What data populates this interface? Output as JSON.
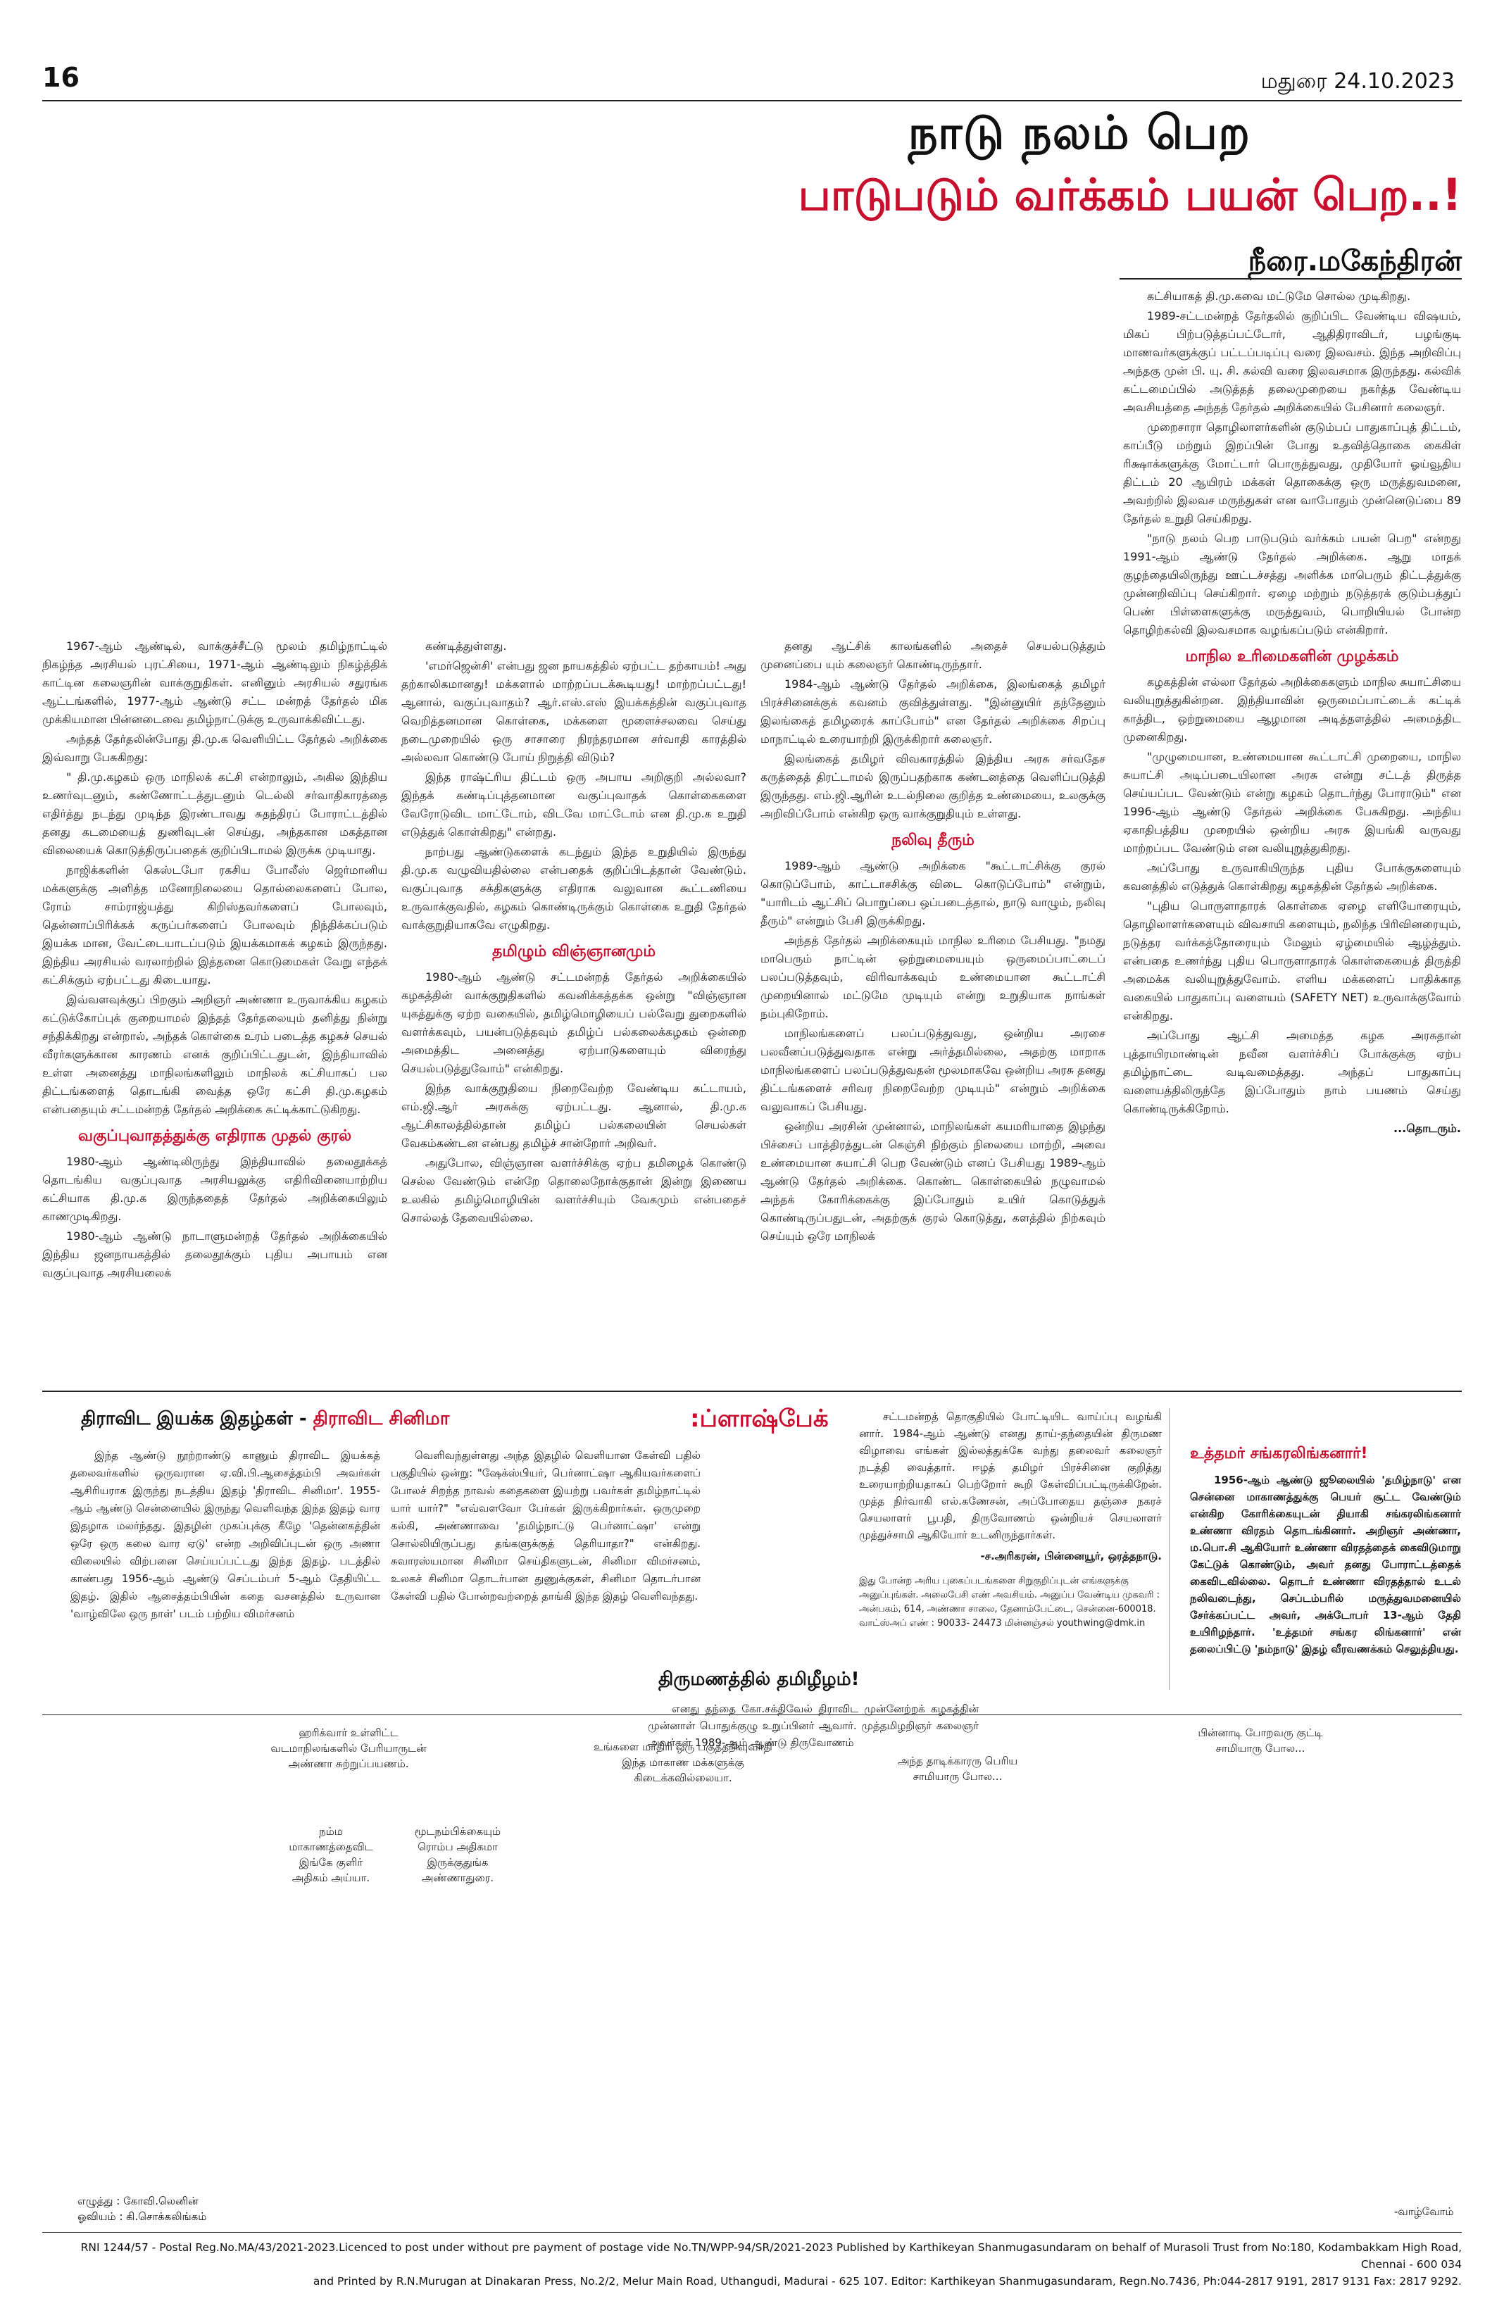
{
  "header": {
    "page_number": "16",
    "dateline": "மதுரை   24.10.2023",
    "title_line1": "நாடு நலம் பெற",
    "title_line2": "பாடுபடும் வர்க்கம் பயன் பெற..!",
    "byline": "நீரை.மகேந்திரன்"
  },
  "article": {
    "col1": {
      "p1": "1967-ஆம் ஆண்டில், வாக்குச்சீட்டு மூலம் தமிழ்நாட்டில் நிகழ்ந்த அரசியல் புரட்சியை, 1971-ஆம் ஆண்டிலும் நிகழ்த்திக் காட்டின கலைஞரின் வாக்குறுதிகள். எனினும் அரசியல் சதுரங்க ஆட்டங்களில், 1977-ஆம் ஆண்டு சட்ட மன்றத் தேர்தல் மிக முக்கியமான பின்னடைவை தமிழ்நாட்டுக்கு உருவாக்கிவிட்டது.",
      "p2": "அந்தத் தேர்தலின்போது தி.மு.க வெளியிட்ட தேர்தல் அறிக்கை இவ்வாறு பேசுகிறது:",
      "p3": "\" தி.மு.கழகம் ஒரு மாநிலக் கட்சி என்றாலும், அகில இந்திய உணர்வுடனும், கண்ணோட்டத்துடனும் டெல்லி சர்வாதிகாரத்தை எதிர்த்து நடந்து முடிந்த இரண்டாவது சுதந்திரப் போராட்டத்தில் தனது கடமையைத் துணிவுடன் செய்து, அந்தகான மகத்தான விலையைக் கொடுத்திருப்பதைக் குறிப்பிடாமல் இருக்க முடியாது.",
      "p4": "நாஜிக்களின் கெஸ்டபோ ரகசிய போலீஸ் ஜெர்மானிய மக்களுக்கு அளித்த மனோநிலையை தொல்லைகளைப் போல, ரோம் சாம்ராஜ்யத்து கிறிஸ்தவர்களைப் போலவும், தென்னாப்பிரிக்கக் கருப்பர்களைப் போலவும் நிந்திக்கப்படும் இயக்க மான, வேட்டையாடப்படும் இயக்கமாகக் கழகம் இருந்தது. இந்திய அரசியல் வரலாற்றில் இத்தனை கொடுமைகள் வேறு எந்தக் கட்சிக்கும் ஏற்பட்டது கிடையாது.",
      "p5": "இவ்வளவுக்குப் பிறகும் அறிஞர் அண்ணா உருவாக்கிய கழகம் கட்டுக்கோப்புக் குறையாமல் இந்தத் தேர்தலையும் தனித்து நின்று சந்திக்கிறது என்றால், அந்தக் கொள்கை உரம் படைத்த கழகச் செயல் வீரர்களுக்கான காரணம் எனக் குறிப்பிட்டதுடன், இந்தியாவில் உள்ள அனைத்து மாநிலங்களிலும் மாநிலக் கட்சியாகப் பல திட்டங்களைத் தொடங்கி வைத்த ஒரே கட்சி தி.மு.கழகம் என்பதையும் சட்டமன்றத் தேர்தல் அறிக்கை சுட்டிக்காட்டுகிறது.",
      "subhead": "வகுப்புவாதத்துக்கு எதிராக முதல் குரல்",
      "p6": "1980-ஆம் ஆண்டிலிருந்து இந்தியாவில் தலைதூக்கத் தொடங்கிய வகுப்புவாத அரசியலுக்கு எதிரிவினையாற்றிய கட்சியாக தி.மு.க இருந்ததைத் தேர்தல் அறிக்கையிலும் காணமுடிகிறது.",
      "p7": "1980-ஆம் ஆண்டு நாடாளுமன்றத் தேர்தல் அறிக்கையில் இந்திய ஜனநாயகத்தில் தலைதூக்கும் புதிய அபாயம் என வகுப்புவாத அரசியலைக்"
    },
    "col2": {
      "p1": "கண்டித்துள்ளது.",
      "p2": "'எமர்ஜென்சி' என்பது ஜன நாயகத்தில் ஏற்பட்ட தற்காயம்! அது தற்காலிகமானது! மக்களால் மாற்றப்படக்கூடியது! மாற்றப்பட்டது! ஆனால், வகுப்புவாதம்? ஆர்.எஸ்.எஸ் இயக்கத்தின் வகுப்புவாத வெறித்தனமான கொள்கை, மக்களை மூளைச்சலவை செய்து நடைமுறையில் ஒரு சாசாரை நிரந்தரமான சர்வாதி காரத்தில் அல்லவா கொண்டு போய் நிறுத்தி விடும்?",
      "p3": "இந்த ராஷ்ட்ரிய திட்டம் ஒரு அபாய அறிகுறி அல்லவா? இந்தக் கண்டிப்புத்தனமான வகுப்புவாதக் கொள்கைகளை வேரோடுவிட மாட்டோம், விடவே மாட்டோம் என தி.மு.க உறுதி எடுத்துக் கொள்கிறது\" என்றது.",
      "p4": "நாற்பது ஆண்டுகளைக் கடந்தும் இந்த உறுதியில் இருந்து தி.மு.க வழுவியதில்லை என்பதைக் குறிப்பிடத்தான் வேண்டும். வகுப்புவாத சக்திகளுக்கு எதிராக வலுவான கூட்டணியை உருவாக்குவதில், கழகம் கொண்டிருக்கும் கொள்கை உறுதி தேர்தல் வாக்குறுதியாகவே எழுகிறது.",
      "subhead": "தமிழும் விஞ்ஞானமும்",
      "p5": "1980-ஆம் ஆண்டு சட்டமன்றத் தேர்தல் அறிக்கையில் கழகத்தின் வாக்குறுதிகளில் கவனிக்கத்தக்க ஒன்று \"விஞ்ஞான யுகத்துக்கு ஏற்ற வகையில், தமிழ்மொழியைப் பல்வேறு துறைகளில் வளர்க்கவும், பயன்படுத்தவும் தமிழ்ப் பல்கலைக்கழகம் ஒன்றை அமைத்திட அனைத்து ஏற்பாடுகளையும் விரைந்து செயல்படுத்துவோம்\" என்கிறது.",
      "p6": "இந்த வாக்குறுதியை நிறைவேற்ற வேண்டிய கட்டாயம், எம்.ஜி.ஆர் அரசுக்கு ஏற்பட்டது. ஆனால், தி.மு.க ஆட்சிகாலத்தில்தான் தமிழ்ப் பல்கலையின் செயல்கள் வேகம்கண்டன என்பது தமிழ்ச் சான்றோர் அறிவர்.",
      "p7": "அதுபோல, விஞ்ஞான வளர்ச்சிக்கு ஏற்ப தமிழைக் கொண்டு செல்ல வேண்டும் என்றே தொலைநோக்குதான் இன்று இணைய உலகில் தமிழ்மொழியின் வளர்ச்சியும் வேகமும் என்பதைச் சொல்லத் தேவையில்லை."
    },
    "col3": {
      "p1": "தனது ஆட்சிக் காலங்களில் அதைச் செயல்படுத்தும் முனைப்பை யும் கலைஞர் கொண்டிருந்தார்.",
      "p2": "1984-ஆம் ஆண்டு தேர்தல் அறிக்கை, இலங்கைத் தமிழர் பிரச்சினைக்குக் கவனம் குவித்துள்ளது. \"இன்னுயிர் தந்தேனும் இலங்கைத் தமிழரைக் காப்போம்\" என தேர்தல் அறிக்கை சிறப்பு மாநாட்டில் உரையாற்றி இருக்கிறார் கலைஞர்.",
      "p3": "இலங்கைத் தமிழர் விவகாரத்தில் இந்திய அரசு சர்வதேச கருத்தைத் திரட்டாமல் இருப்பதற்காக கண்டனத்தை வெளிப்படுத்தி இருந்தது. எம்.ஜி.ஆரின் உடல்நிலை குறித்த உண்மையை, உலகுக்கு அறிவிப்போம் என்கிற ஒரு வாக்குறுதியும் உள்ளது.",
      "subhead": "நலிவு தீரும்",
      "p4": "1989-ஆம் ஆண்டு அறிக்கை \"கூட்டாட்சிக்கு குரல் கொடுப்போம், காட்டாசசிக்கு விடை கொடுப்போம்\" என்றும், \"யாரிடம் ஆட்சிப் பொறுப்பை ஒப்படைத்தால், நாடு வாழும், நலிவு தீரும்\" என்றும் பேசி இருக்கிறது.",
      "p5": "அந்தத் தேர்தல் அறிக்கையும் மாநில உரிமை பேசியது. \"நமது மாபெரும் நாட்டின் ஒற்றுமையையும் ஒருமைப்பாட்டைப் பலப்படுத்தவும், விரிவாக்கவும் உண்மையான கூட்டாட்சி முறையினால் மட்டுமே முடியும் என்று உறுதியாக நாங்கள் நம்புகிறோம்.",
      "p6": "மாநிலங்களைப் பலப்படுத்துவது, ஒன்றிய அரசை பலவீனப்படுத்துவதாக என்று அர்த்தமில்லை, அதற்கு மாறாக மாநிலங்களைப் பலப்படுத்துவதன் மூலமாகவே ஒன்றிய அரசு தனது திட்டங்களைச் சரிவர நிறைவேற்ற முடியும்\" என்றும் அறிக்கை வலுவாகப் பேசியது.",
      "p7": "ஒன்றிய அரசின் முன்னால், மாநிலங்கள் கயமரியாதை இழந்து பிச்சைப் பாத்திரத்துடன் கெஞ்சி நிற்கும் நிலையை மாற்றி, அவை உண்மையான சுயாட்சி பெற வேண்டும் எனப் பேசியது 1989-ஆம் ஆண்டு தேர்தல் அறிக்கை. கொண்ட கொள்கையில் நழுவாமல் அந்தக் கோரிக்கைக்கு இப்போதும் உயிர் கொடுத்துக் கொண்டிருப்பதுடன், அதற்குக் குரல் கொடுத்து, களத்தில் நிற்கவும் செய்யும் ஒரே மாநிலக்"
    },
    "col4": {
      "p1": "கட்சியாகத் தி.மு.கவை மட்டுமே சொல்ல முடிகிறது.",
      "p2": "1989-சட்டமன்றத் தேர்தலில் குறிப்பிட வேண்டிய விஷயம், மிகப் பிற்படுத்தப்பட்டோர், ஆதிதிராவிடர், பழங்குடி மாணவர்களுக்குப் பட்டப்படிப்பு வரை இலவசம். இந்த அறிவிப்பு அந்தகு முன் பி. யு. சி. கல்வி வரை இலவசமாக இருந்தது. கல்விக் கட்டமைப்பில் அடுத்தத் தலைமுறையை நகர்த்த வேண்டிய அவசியத்தை அந்தத் தேர்தல் அறிக்கையில் பேசினார் கலைஞர்.",
      "p3": "முறைசாரா தொழிலாளர்களின் குடும்பப் பாதுகாப்புத் திட்டம், காப்பீடு மற்றும் இறப்பின் போது உதவித்தொகை கைகிள் ரிக்ஷாக்களுக்கு மோட்டார் பொருத்துவது, முதியோர் ஓய்வூதிய திட்டம் 20 ஆயிரம் மக்கள் தொகைக்கு ஒரு மருத்துவமனை, அவற்றில் இலவச மருந்துகள் என வாபோதும் முன்னெடுப்பை 89 தேர்தல் உறுதி செய்கிறது.",
      "p4": "\"நாடு நலம் பெற பாடுபடும் வர்க்கம் பயன் பெற\" என்றது 1991-ஆம் ஆண்டு தேர்தல் அறிக்கை. ஆறு மாதக் குழந்தையிலிருந்து ஊட்டச்சத்து அளிக்க மாபெரும் திட்டத்துக்கு முன்னறிவிப்பு செய்கிறார். ஏழை மற்றும் நடுத்தரக் குடும்பத்துப் பெண் பிள்ளைகளுக்கு மருத்துவம், பொறியியல் போன்ற தொழிற்கல்வி இலவசமாக வழங்கப்படும் என்கிறார்.",
      "subhead": "மாநில உரிமைகளின் முழக்கம்",
      "p5": "கழகத்தின் எல்லா தேர்தல் அறிக்கைகளும் மாநில சுயாட்சியை வலியுறுத்துகின்றன. இந்தியாவின் ஒருமைப்பாட்டைக் கட்டிக் காத்திட, ஒற்றுமையை ஆழமான அடித்தளத்தில் அமைத்திட முனைகிறது.",
      "p6": "\"முழுமையான, உண்மையான கூட்டாட்சி முறையை, மாநில சுயாட்சி அடிப்படையிலான அரசு என்று சட்டத் திருத்த செய்யப்பட வேண்டும் என்று கழகம் தொடர்ந்து போராடும்\" என 1996-ஆம் ஆண்டு தேர்தல் அறிக்கை பேசுகிறது. அந்திய ஏகாதிபத்திய முறையில் ஒன்றிய அரசு இயங்கி வருவது மாற்றப்பட வேண்டும் என வலியுறுத்துகிறது.",
      "p7": "அப்போது உருவாகியிருந்த புதிய போக்குகளையும் கவனத்தில் எடுத்துக் கொள்கிறது கழகத்தின் தேர்தல் அறிக்கை.",
      "p8": "\"புதிய பொருளாதாரக் கொள்கை ஏழை எளியோரையும், தொழிலாளர்களையும் விவசாயி களையும், நலிந்த பிரிவினரையும், நடுத்தர வர்க்கத்தோரையும் மேலும் ஏழ்மையில் ஆழ்த்தும். என்பதை உணர்ந்து புதிய பொருளாதாரக் கொள்கையைத் திருத்தி அமைக்க வலியுறுத்துவோம். எளிய மக்களைப் பாதிக்காத வகையில் பாதுகாப்பு வளையம் (SAFETY NET) உருவாக்குவோம் என்கிறது.",
      "p9": "அப்போது ஆட்சி அமைத்த கழக அரசுதான் புத்தாயிரமாண்டின் நவீன வளர்ச்சிப் போக்குக்கு ஏற்ப தமிழ்நாட்டை வடிவமைத்தது. அந்தப் பாதுகாப்பு வளையத்திலிருந்தே இப்போதும் நாம் பயணம் செய்து கொண்டிருக்கிறோம்.",
      "cont": "...தொடரும்."
    }
  },
  "section2": {
    "heading_black": "திராவிட இயக்க இதழ்கள் - ",
    "heading_red": "திராவிட சினிமா",
    "col1": "இந்த ஆண்டு நூற்றாண்டு காணும் திராவிட இயக்கத் தலைவர்களில் ஒருவரான ஏ.வி.பி.ஆசைத்தம்பி அவர்கள் ஆசிரியராக இருந்து நடத்திய இதழ் 'திராவிட சினிமா'. 1955-ஆம் ஆண்டு சென்னையில் இருந்து வெளிவந்த இந்த இதழ் வார இதழாக மலர்ந்தது. இதழின் முகப்புக்கு கீழே 'தென்னகத்தின் ஒரே ஒரு கலை வார ஏடு' என்ற அறிவிப்புடன் ஒரு அணா விலையில் விற்பனை செய்யப்பட்டது இந்த இதழ். படத்தில் காண்பது 1956-ஆம் ஆண்டு செப்டம்பர் 5-ஆம் தேதியிட்ட இதழ். இதில் ஆசைத்தம்பியின் கதை வசனத்தில் உருவான 'வாழ்விலே ஒரு நாள்' படம் பற்றிய விமர்சனம்",
    "col2": "வெளிவந்துள்ளது அந்த இதழில் வெளியான கேள்வி பதில் பகுதியில் ஒன்று: \"ஷேக்ஸ்பியர், பெர்னாட்ஷா ஆகியவர்களைப் போலச் சிறந்த நாவல் கதைகளை இயற்று பவர்கள் தமிழ்நாட்டில் யார் யார்?\" \"எவ்வளவோ பேர்கள் இருக்கிறார்கள். ஒருமுறை கல்கி, அண்ணாவை 'தமிழ்நாட்டு பெர்னாட்ஷா' என்று சொல்லியிருப்பது தங்களுக்குத் தெரியாதா?\" என்கிறது. சுவாரஸ்யமான சினிமா செய்திகளுடன், சினிமா விமர்சனம், உலகச் சினிமா தொடர்பான துணுக்குகள், சினிமா தொடர்பான கேள்வி பதில் போன்றவற்றைத் தாங்கி இந்த இதழ் வெளிவந்தது.",
    "flashback_title": ":ப்ளாஷ்பேக்",
    "wedding_title": "திருமணத்தில் தமிழீழம்!",
    "wedding_text": "எனது தந்தை கோ.சக்திவேல் திராவிட முன்னேற்றக் கழகத்தின் முன்னாள் பொதுக்குழு உறுப்பினர் ஆவார். முத்தமிழறிஞர் கலைஞர் அவர்கள் 1989-ஆம் ஆண்டு திருவோணம்",
    "col4": "சட்டமன்றத் தொகுதியில் போட்டியிட வாய்ப்பு வழங்கி னார். 1984-ஆம் ஆண்டு எனது தாய்-தந்தையின் திருமண விழாவை எங்கள் இல்லத்துக்கே வந்து தலைவர் கலைஞர் நடத்தி வைத்தார். ஈழத் தமிழர் பிரச்சினை குறித்து உரையாற்றியதாகப் பெற்றோர் கூறி கேள்விப்பட்டிருக்கிறேன். முத்த நிர்வாகி எல்.கணேசன், அப்போதைய தஞ்சை நகரச் செயலாளர் பூபதி, திருவோணம் ஒன்றியச் செயலாளர் முத்துச்சாமி ஆகியோர் உடனிருந்தார்கள்.",
    "col4_sign": "-ச.அரிகரன், பின்னையூர், ஒரத்தநாடு.",
    "col4_note": "இது போன்ற அரிய புகைப்படங்களை சிறுகுறிப்புடன் எங்களுக்கு அனுப்புங்கள். அலைபேசி எண் அவசியம். அனுப்ப வேண்டிய முகவரி : அன்பகம், 614, அண்ணா சாலை, தேனாம்பேட்டை, சென்னை-600018. வாட்ஸ்அப் எண் : 90033- 24473 மின்னஞ்சல் youthwing@dmk.in",
    "tribute_title": "உத்தமர் சங்கரலிங்கனார்!",
    "tribute_text": "1956-ஆம் ஆண்டு ஜூலையில் 'தமிழ்நாடு' என சென்னை மாகாணத்துக்கு பெயர் சூட்ட வேண்டும் என்கிற கோரிக்கையுடன் தியாகி சங்கரலிங்கனார் உண்ணா விரதம் தொடங்கினார். அறிஞர் அண்ணா, ம.பொ.சி ஆகியோர் உண்ணா விரதத்தைக் கைவிடுமாறு கேட்டுக் கொண்டும், அவர் தனது போராட்டத்தைக் கைவிடவில்லை. தொடர் உண்ணா விரதத்தால் உடல் நலிவடைந்து, செப்டம்பரில் மருத்துவமனையில் சேர்க்கப்பட்ட அவர், அக்டோபர் 13-ஆம் தேதி உயிரிழந்தார். 'உத்தமர் சங்கர லிங்கனார்' என் தலைப்பிட்டு 'நம்நாடு' இதழ் வீரவணக்கம் செலுத்தியது."
  },
  "cartoon": {
    "c1": "ஹரிக்வார் உள்ளிட்ட வடமாநிலங்களில் பேரியாருடன் அண்ணா சுற்றுப்பயணம்.",
    "c2": "உங்களை மாதிரி ஒரு பகுத்தறிவுவாதி இந்த மாகாண மக்களுக்கு கிடைக்கவில்லையா.",
    "c3": "அந்த தாடிக்காரரு பெரிய சாமியாரு போல...",
    "c4": "பின்னாடி போறவரு குட்டி சாமியாரு போல...",
    "c5": "நம்ம மாகாணத்தைவிட இங்கே குளிர் அதிகம் அய்யா.",
    "c6": "மூடநம்பிக்கையும் ரொம்ப அதிகமா இருக்குதுங்க அண்ணாதுரை.",
    "credit1": "எழுத்து : கோவி.லெனின்",
    "credit2": "ஓவியம் : கி.சொக்கலிங்கம்",
    "sign": "-வாழ்வோம்"
  },
  "imprint": {
    "line1": "RNI 1244/57 - Postal Reg.No.MA/43/2021-2023.Licenced to post under without pre payment of postage vide No.TN/WPP-94/SR/2021-2023 Published by Karthikeyan Shanmugasundaram on behalf of Murasoli Trust from No:180, Kodambakkam High Road, Chennai - 600 034",
    "line2": "and Printed by R.N.Murugan at Dinakaran Press, No.2/2, Melur Main Road, Uthangudi, Madurai - 625 107. Editor: Karthikeyan Shanmugasundaram, Regn.No.7436, Ph:044-2817 9191, 2817 9131 Fax: 2817 9292."
  }
}
